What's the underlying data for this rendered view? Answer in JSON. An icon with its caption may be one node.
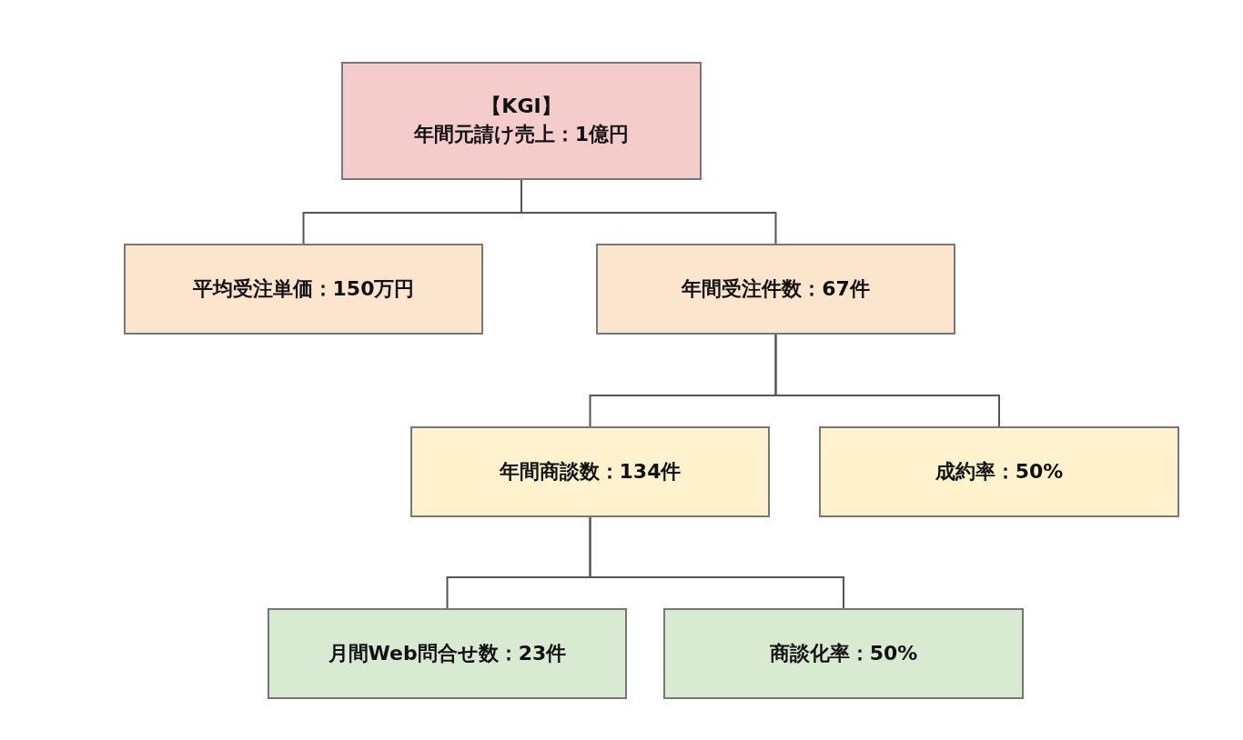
{
  "diagram": {
    "nodes": [
      {
        "text": [
          "【KGI】",
          "年間元請け売上：1億円"
        ]
      },
      {
        "text": [
          "平均受注単価：150万円"
        ]
      },
      {
        "text": [
          "年間受注件数：67件"
        ]
      },
      {
        "text": [
          "年間商談数：134件"
        ]
      },
      {
        "text": [
          "成約率：50%"
        ]
      },
      {
        "text": [
          "月間Web問合せ数：23件"
        ]
      },
      {
        "text": [
          "商談化率：50%"
        ]
      }
    ],
    "edges": [
      {
        "from": 0,
        "to": 1,
        "arrow": "none"
      },
      {
        "from": 0,
        "to": 2,
        "arrow": "none"
      },
      {
        "from": 2,
        "to": 3,
        "arrow": "none"
      },
      {
        "from": 2,
        "to": 4,
        "arrow": "none"
      },
      {
        "from": 3,
        "to": 5,
        "arrow": "none"
      },
      {
        "from": 3,
        "to": 6,
        "arrow": "none"
      }
    ]
  }
}
